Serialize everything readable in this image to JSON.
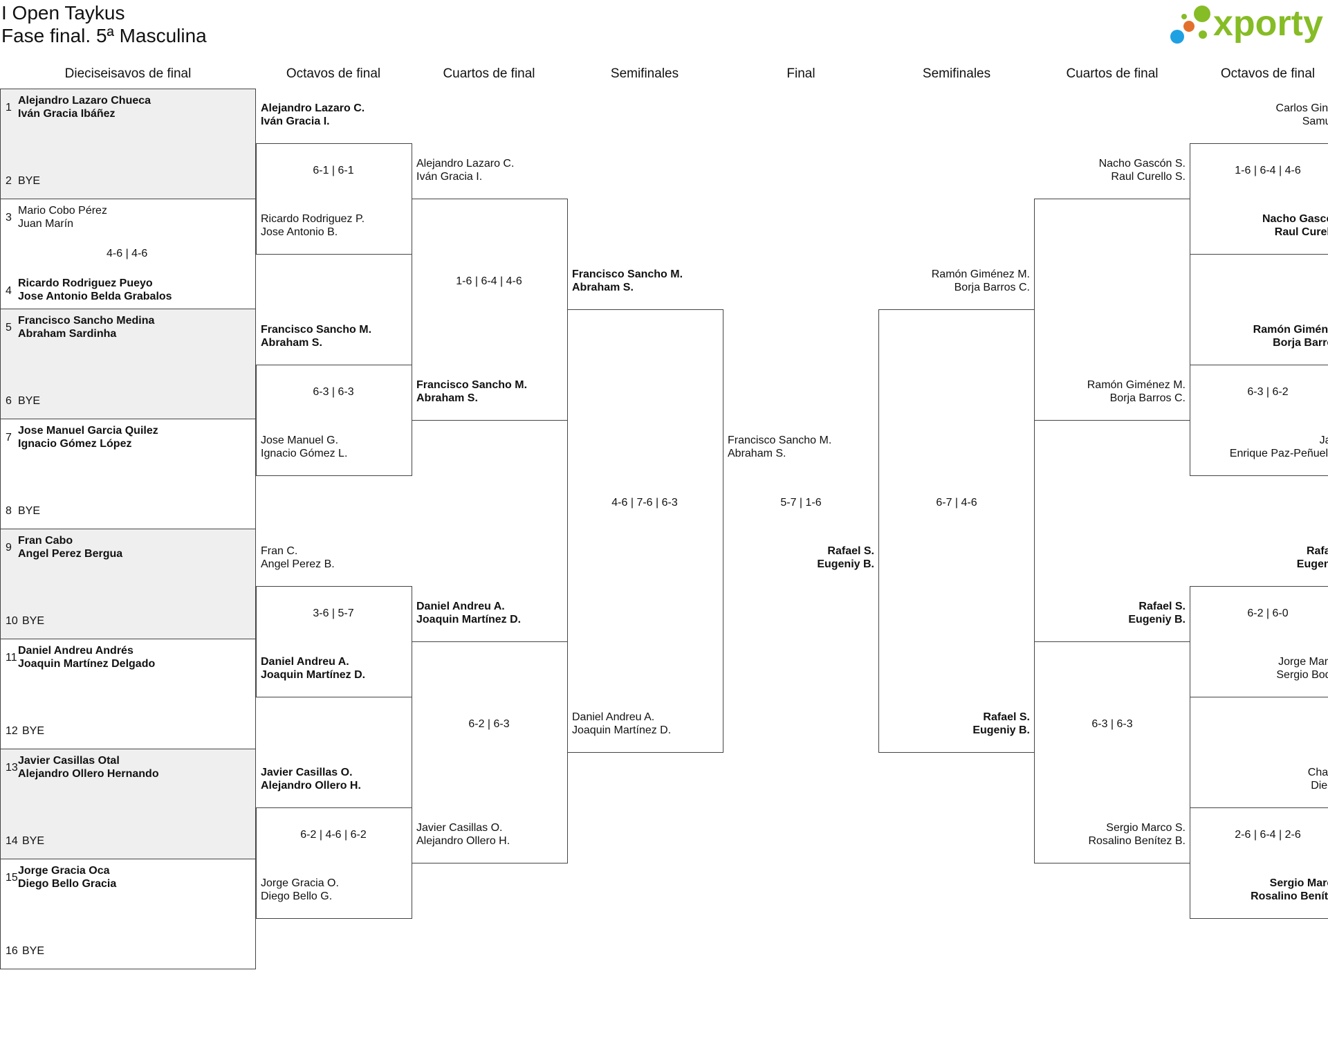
{
  "title": "I Open Taykus",
  "subtitle": "Fase final. 5ª Masculina",
  "logo": {
    "text": "xporty",
    "color": "#86bc25",
    "dot_colors": [
      "#86bc25",
      "#e2702c",
      "#1ea1e3"
    ]
  },
  "round_headers": [
    "Dieciseisavos de final",
    "Octavos de final",
    "Cuartos de final",
    "Semifinales",
    "Final",
    "Semifinales",
    "Cuartos de final",
    "Octavos de final"
  ],
  "r32": [
    {
      "num": "1",
      "a": "Alejandro Lazaro Chueca",
      "b": "Iván Gracia Ibáñez",
      "win": true,
      "shade": true
    },
    {
      "num": "2",
      "bye": "BYE",
      "shade": true
    },
    {
      "num": "3",
      "a": "Mario Cobo Pérez",
      "b": "Juan Marín",
      "win": false
    },
    {
      "num": "4",
      "a": "Ricardo Rodriguez Pueyo",
      "b": "Jose Antonio Belda Grabalos",
      "win": true
    },
    {
      "num": "5",
      "a": "Francisco Sancho Medina",
      "b": "Abraham Sardinha",
      "win": true,
      "shade": true
    },
    {
      "num": "6",
      "bye": "BYE",
      "shade": true
    },
    {
      "num": "7",
      "a": "Jose Manuel Garcia Quilez",
      "b": "Ignacio Gómez López",
      "win": true
    },
    {
      "num": "8",
      "bye": "BYE"
    },
    {
      "num": "9",
      "a": "Fran Cabo",
      "b": "Angel Perez Bergua",
      "win": true,
      "shade": true
    },
    {
      "num": "10",
      "bye": "BYE",
      "shade": true
    },
    {
      "num": "11",
      "a": "Daniel Andreu Andrés",
      "b": "Joaquin Martínez Delgado",
      "win": true
    },
    {
      "num": "12",
      "bye": "BYE"
    },
    {
      "num": "13",
      "a": "Javier Casillas Otal",
      "b": "Alejandro Ollero Hernando",
      "win": true,
      "shade": true
    },
    {
      "num": "14",
      "bye": "BYE",
      "shade": true
    },
    {
      "num": "15",
      "a": "Jorge Gracia Oca",
      "b": "Diego Bello Gracia",
      "win": true
    },
    {
      "num": "16",
      "bye": "BYE"
    }
  ],
  "r32_scores": [
    {
      "score": "4-6 | 4-6"
    }
  ],
  "left_r16": [
    {
      "a": "Alejandro Lazaro C.",
      "b": "Iván Gracia I.",
      "win": true
    },
    {
      "a": "Ricardo Rodriguez P.",
      "b": "Jose Antonio B.",
      "win": false
    },
    {
      "a": "Francisco Sancho M.",
      "b": "Abraham S.",
      "win": true
    },
    {
      "a": "Jose Manuel G.",
      "b": "Ignacio Gómez L.",
      "win": false
    },
    {
      "a": "Fran C.",
      "b": "Angel Perez B.",
      "win": false
    },
    {
      "a": "Daniel Andreu A.",
      "b": "Joaquin Martínez D.",
      "win": true
    },
    {
      "a": "Javier Casillas O.",
      "b": "Alejandro Ollero H.",
      "win": true
    },
    {
      "a": "Jorge Gracia O.",
      "b": "Diego Bello G.",
      "win": false
    }
  ],
  "left_r16_scores": [
    {
      "score": "6-1 | 6-1"
    },
    {
      "score": "6-3 | 6-3"
    },
    {
      "score": "3-6 | 5-7"
    },
    {
      "score": "6-2 | 4-6 | 6-2"
    }
  ],
  "left_qf": [
    {
      "a": "Alejandro Lazaro C.",
      "b": "Iván Gracia I.",
      "win": false
    },
    {
      "a": "Francisco Sancho M.",
      "b": "Abraham S.",
      "win": true
    },
    {
      "a": "Daniel Andreu A.",
      "b": "Joaquin Martínez D.",
      "win": true
    },
    {
      "a": "Javier Casillas O.",
      "b": "Alejandro Ollero H.",
      "win": false
    }
  ],
  "left_qf_scores": [
    {
      "score": "1-6 | 6-4 | 4-6"
    },
    {
      "score": "6-2 | 6-3"
    }
  ],
  "left_sf": [
    {
      "a": "Francisco Sancho M.",
      "b": "Abraham S.",
      "win": true
    },
    {
      "a": "Daniel Andreu A.",
      "b": "Joaquin Martínez D.",
      "win": false
    }
  ],
  "left_sf_scores": [
    {
      "score": "4-6 | 7-6 | 6-3"
    }
  ],
  "final": [
    {
      "a": "Francisco Sancho M.",
      "b": "Abraham S.",
      "win": false
    },
    {
      "a": "Rafael S.",
      "b": "Eugeniy B.",
      "win": true
    }
  ],
  "final_scores": [
    {
      "score": "5-7 | 1-6"
    }
  ],
  "right_sf": [
    {
      "a": "Ramón Giménez M.",
      "b": "Borja Barros C.",
      "win": false
    },
    {
      "a": "Rafael S.",
      "b": "Eugeniy B.",
      "win": true
    }
  ],
  "right_sf_scores": [
    {
      "score": "6-7 | 4-6"
    }
  ],
  "right_qf": [
    {
      "a": "Nacho Gascón S.",
      "b": "Raul Curello S.",
      "win": false
    },
    {
      "a": "Ramón Giménez M.",
      "b": "Borja Barros C.",
      "win": false
    },
    {
      "a": "Rafael S.",
      "b": "Eugeniy B.",
      "win": true
    },
    {
      "a": "Sergio Marco S.",
      "b": "Rosalino Benítez B.",
      "win": false
    }
  ],
  "right_qf_scores": [
    {
      "score": "6-3 | 6-3"
    }
  ],
  "right_r16": [
    {
      "a": "Carlos Ginés",
      "b": "Samuel",
      "win": false
    },
    {
      "a": "Nacho Gascón",
      "b": "Raul Curello",
      "win": true
    },
    {
      "a": "Ramón Giménez",
      "b": "Borja Barros",
      "win": true
    },
    {
      "a": "Jain",
      "b": "Enrique Paz-Peñuelas",
      "win": false
    },
    {
      "a": "Rafael",
      "b": "Eugeniy",
      "win": true
    },
    {
      "a": "Jorge Martin",
      "b": "Sergio Bodin",
      "win": false
    },
    {
      "a": "Charly",
      "b": "Diego",
      "win": false
    },
    {
      "a": "Sergio Marco",
      "b": "Rosalino Benítez",
      "win": true
    }
  ],
  "right_r16_scores": [
    {
      "score": "1-6 | 6-4 | 4-6"
    },
    {
      "score": "6-3 | 6-2"
    },
    {
      "score": "6-2 | 6-0"
    },
    {
      "score": "2-6 | 6-4 | 2-6"
    }
  ]
}
